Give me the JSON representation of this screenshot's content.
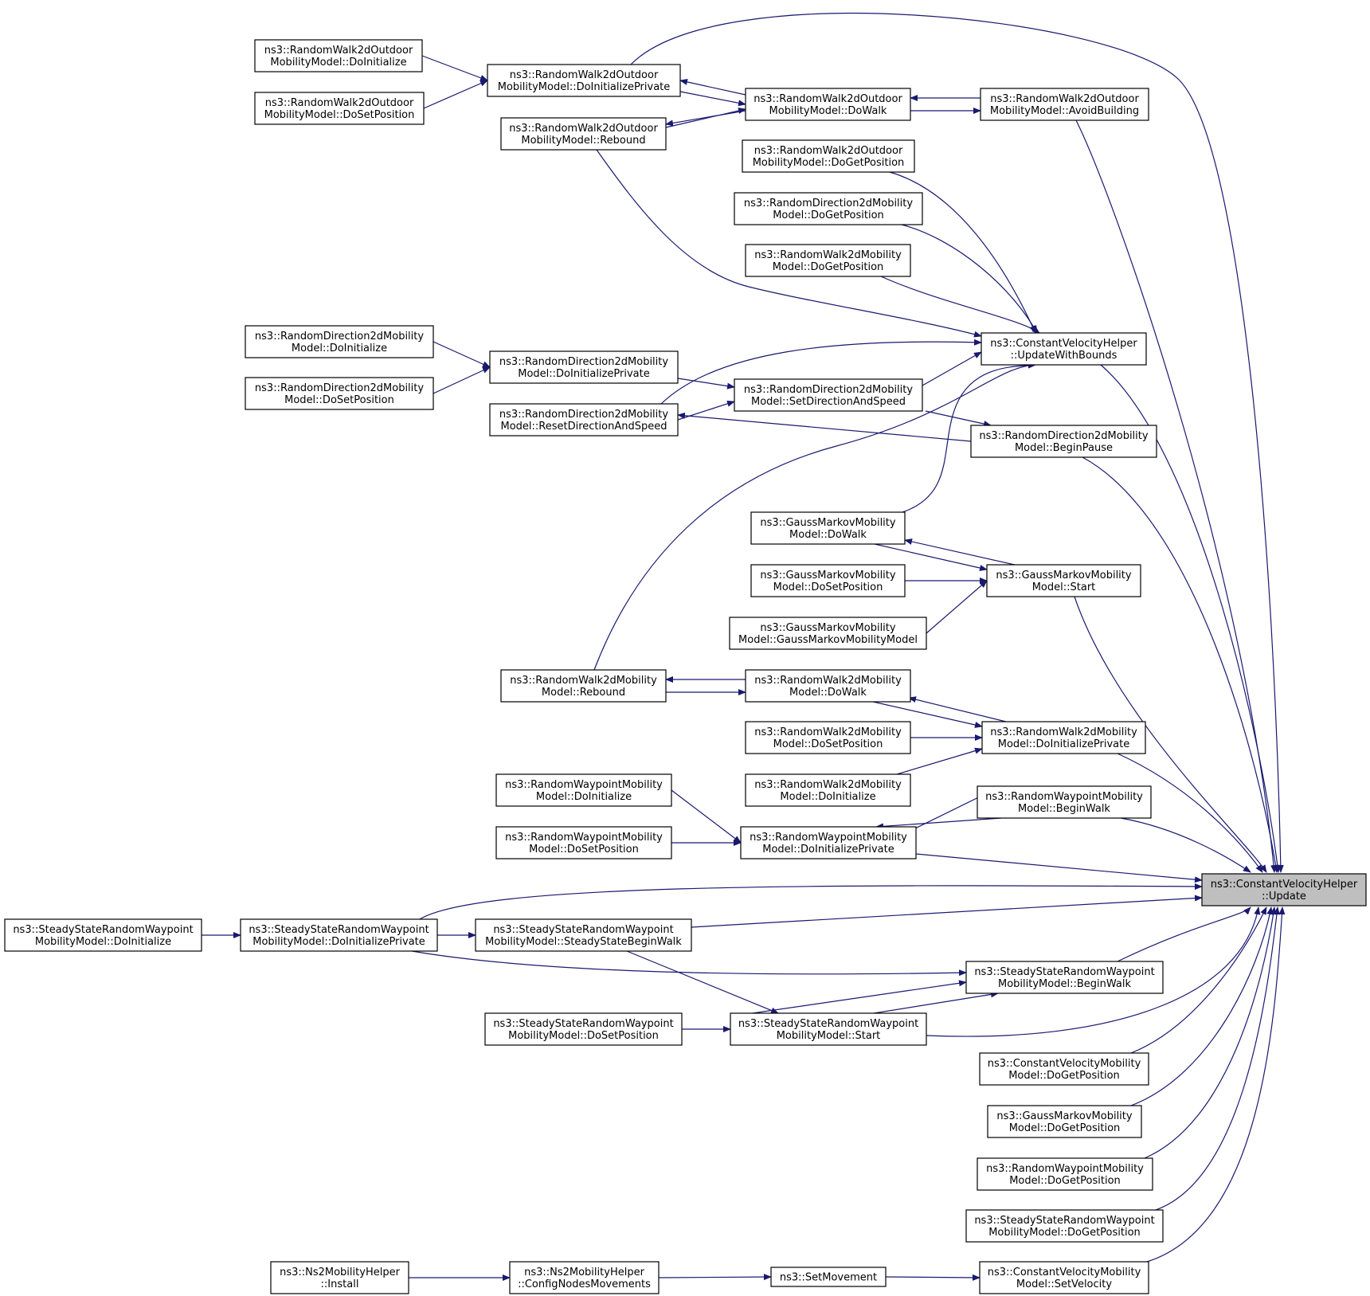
{
  "graph": {
    "colors": {
      "edge": "#191970",
      "root_fill": "#bfbfbf",
      "node_fill": "#ffffff",
      "node_stroke": "#000000"
    },
    "nodes": [
      {
        "id": "n0",
        "lines": [
          "ns3::RandomWalk2dOutdoor",
          "MobilityModel::DoInitialize"
        ]
      },
      {
        "id": "n1",
        "lines": [
          "ns3::RandomWalk2dOutdoor",
          "MobilityModel::DoSetPosition"
        ]
      },
      {
        "id": "n2",
        "lines": [
          "ns3::RandomWalk2dOutdoor",
          "MobilityModel::DoInitializePrivate"
        ]
      },
      {
        "id": "n3",
        "lines": [
          "ns3::RandomWalk2dOutdoor",
          "MobilityModel::Rebound"
        ]
      },
      {
        "id": "n4",
        "lines": [
          "ns3::RandomWalk2dOutdoor",
          "MobilityModel::DoWalk"
        ]
      },
      {
        "id": "n5",
        "lines": [
          "ns3::RandomWalk2dOutdoor",
          "MobilityModel::AvoidBuilding"
        ]
      },
      {
        "id": "n6",
        "lines": [
          "ns3::RandomWalk2dOutdoor",
          "MobilityModel::DoGetPosition"
        ]
      },
      {
        "id": "n7",
        "lines": [
          "ns3::RandomDirection2dMobility",
          "Model::DoGetPosition"
        ]
      },
      {
        "id": "n8",
        "lines": [
          "ns3::RandomWalk2dMobility",
          "Model::DoGetPosition"
        ]
      },
      {
        "id": "n9",
        "lines": [
          "ns3::RandomDirection2dMobility",
          "Model::DoInitialize"
        ]
      },
      {
        "id": "n10",
        "lines": [
          "ns3::RandomDirection2dMobility",
          "Model::DoSetPosition"
        ]
      },
      {
        "id": "n11",
        "lines": [
          "ns3::RandomDirection2dMobility",
          "Model::DoInitializePrivate"
        ]
      },
      {
        "id": "n12",
        "lines": [
          "ns3::RandomDirection2dMobility",
          "Model::ResetDirectionAndSpeed"
        ]
      },
      {
        "id": "n13",
        "lines": [
          "ns3::RandomDirection2dMobility",
          "Model::SetDirectionAndSpeed"
        ]
      },
      {
        "id": "n14",
        "lines": [
          "ns3::ConstantVelocityHelper",
          "::UpdateWithBounds"
        ]
      },
      {
        "id": "n15",
        "lines": [
          "ns3::RandomDirection2dMobility",
          "Model::BeginPause"
        ]
      },
      {
        "id": "n16",
        "lines": [
          "ns3::GaussMarkovMobility",
          "Model::DoWalk"
        ]
      },
      {
        "id": "n17",
        "lines": [
          "ns3::GaussMarkovMobility",
          "Model::DoSetPosition"
        ]
      },
      {
        "id": "n18",
        "lines": [
          "ns3::GaussMarkovMobility",
          "Model::GaussMarkovMobilityModel"
        ]
      },
      {
        "id": "n19",
        "lines": [
          "ns3::GaussMarkovMobility",
          "Model::Start"
        ]
      },
      {
        "id": "n20",
        "lines": [
          "ns3::RandomWalk2dMobility",
          "Model::Rebound"
        ]
      },
      {
        "id": "n21",
        "lines": [
          "ns3::RandomWalk2dMobility",
          "Model::DoWalk"
        ]
      },
      {
        "id": "n22",
        "lines": [
          "ns3::RandomWalk2dMobility",
          "Model::DoSetPosition"
        ]
      },
      {
        "id": "n23",
        "lines": [
          "ns3::RandomWalk2dMobility",
          "Model::DoInitializePrivate"
        ]
      },
      {
        "id": "n24",
        "lines": [
          "ns3::RandomWalk2dMobility",
          "Model::DoInitialize"
        ]
      },
      {
        "id": "n25",
        "lines": [
          "ns3::RandomWaypointMobility",
          "Model::DoInitialize"
        ]
      },
      {
        "id": "n26",
        "lines": [
          "ns3::RandomWaypointMobility",
          "Model::DoSetPosition"
        ]
      },
      {
        "id": "n27",
        "lines": [
          "ns3::RandomWaypointMobility",
          "Model::BeginWalk"
        ]
      },
      {
        "id": "n28",
        "lines": [
          "ns3::RandomWaypointMobility",
          "Model::DoInitializePrivate"
        ]
      },
      {
        "id": "n29",
        "lines": [
          "ns3::ConstantVelocityHelper",
          "::Update"
        ]
      },
      {
        "id": "n30",
        "lines": [
          "ns3::SteadyStateRandomWaypoint",
          "MobilityModel::DoInitialize"
        ]
      },
      {
        "id": "n31",
        "lines": [
          "ns3::SteadyStateRandomWaypoint",
          "MobilityModel::DoInitializePrivate"
        ]
      },
      {
        "id": "n32",
        "lines": [
          "ns3::SteadyStateRandomWaypoint",
          "MobilityModel::SteadyStateBeginWalk"
        ]
      },
      {
        "id": "n33",
        "lines": [
          "ns3::SteadyStateRandomWaypoint",
          "MobilityModel::BeginWalk"
        ]
      },
      {
        "id": "n34",
        "lines": [
          "ns3::SteadyStateRandomWaypoint",
          "MobilityModel::DoSetPosition"
        ]
      },
      {
        "id": "n35",
        "lines": [
          "ns3::SteadyStateRandomWaypoint",
          "MobilityModel::Start"
        ]
      },
      {
        "id": "n36",
        "lines": [
          "ns3::ConstantVelocityMobility",
          "Model::DoGetPosition"
        ]
      },
      {
        "id": "n37",
        "lines": [
          "ns3::GaussMarkovMobility",
          "Model::DoGetPosition"
        ]
      },
      {
        "id": "n38",
        "lines": [
          "ns3::RandomWaypointMobility",
          "Model::DoGetPosition"
        ]
      },
      {
        "id": "n39",
        "lines": [
          "ns3::SteadyStateRandomWaypoint",
          "MobilityModel::DoGetPosition"
        ]
      },
      {
        "id": "n40",
        "lines": [
          "ns3::Ns2MobilityHelper",
          "::Install"
        ]
      },
      {
        "id": "n41",
        "lines": [
          "ns3::Ns2MobilityHelper",
          "::ConfigNodesMovements"
        ]
      },
      {
        "id": "n42",
        "lines": [
          "ns3::SetMovement"
        ]
      },
      {
        "id": "n43",
        "lines": [
          "ns3::ConstantVelocityMobility",
          "Model::SetVelocity"
        ]
      }
    ],
    "edges": [
      {
        "from": "n0",
        "to": "n2"
      },
      {
        "from": "n1",
        "to": "n2"
      },
      {
        "from": "n2",
        "to": "n4"
      },
      {
        "from": "n4",
        "to": "n2"
      },
      {
        "from": "n3",
        "to": "n4"
      },
      {
        "from": "n4",
        "to": "n3"
      },
      {
        "from": "n4",
        "to": "n5"
      },
      {
        "from": "n5",
        "to": "n4"
      },
      {
        "from": "n2",
        "to": "n29"
      },
      {
        "from": "n5",
        "to": "n29"
      },
      {
        "from": "n3",
        "to": "n14"
      },
      {
        "from": "n6",
        "to": "n14"
      },
      {
        "from": "n7",
        "to": "n14"
      },
      {
        "from": "n8",
        "to": "n14"
      },
      {
        "from": "n12",
        "to": "n14"
      },
      {
        "from": "n13",
        "to": "n14"
      },
      {
        "from": "n16",
        "to": "n14"
      },
      {
        "from": "n20",
        "to": "n14"
      },
      {
        "from": "n14",
        "to": "n29"
      },
      {
        "from": "n9",
        "to": "n11"
      },
      {
        "from": "n10",
        "to": "n11"
      },
      {
        "from": "n11",
        "to": "n13"
      },
      {
        "from": "n12",
        "to": "n13"
      },
      {
        "from": "n13",
        "to": "n15"
      },
      {
        "from": "n15",
        "to": "n12"
      },
      {
        "from": "n15",
        "to": "n29"
      },
      {
        "from": "n16",
        "to": "n19"
      },
      {
        "from": "n19",
        "to": "n16"
      },
      {
        "from": "n17",
        "to": "n19"
      },
      {
        "from": "n18",
        "to": "n19"
      },
      {
        "from": "n19",
        "to": "n29"
      },
      {
        "from": "n21",
        "to": "n20"
      },
      {
        "from": "n20",
        "to": "n21"
      },
      {
        "from": "n21",
        "to": "n23"
      },
      {
        "from": "n23",
        "to": "n21"
      },
      {
        "from": "n22",
        "to": "n23"
      },
      {
        "from": "n24",
        "to": "n23"
      },
      {
        "from": "n23",
        "to": "n29"
      },
      {
        "from": "n25",
        "to": "n28"
      },
      {
        "from": "n26",
        "to": "n28"
      },
      {
        "from": "n28",
        "to": "n27"
      },
      {
        "from": "n27",
        "to": "n28"
      },
      {
        "from": "n27",
        "to": "n29"
      },
      {
        "from": "n28",
        "to": "n29"
      },
      {
        "from": "n30",
        "to": "n31"
      },
      {
        "from": "n31",
        "to": "n32"
      },
      {
        "from": "n31",
        "to": "n29"
      },
      {
        "from": "n31",
        "to": "n33"
      },
      {
        "from": "n32",
        "to": "n29"
      },
      {
        "from": "n32",
        "to": "n35"
      },
      {
        "from": "n35",
        "to": "n33"
      },
      {
        "from": "n33",
        "to": "n35"
      },
      {
        "from": "n33",
        "to": "n29"
      },
      {
        "from": "n34",
        "to": "n35"
      },
      {
        "from": "n35",
        "to": "n29"
      },
      {
        "from": "n36",
        "to": "n29"
      },
      {
        "from": "n37",
        "to": "n29"
      },
      {
        "from": "n38",
        "to": "n29"
      },
      {
        "from": "n39",
        "to": "n29"
      },
      {
        "from": "n40",
        "to": "n41"
      },
      {
        "from": "n41",
        "to": "n42"
      },
      {
        "from": "n42",
        "to": "n43"
      },
      {
        "from": "n43",
        "to": "n29"
      }
    ]
  }
}
